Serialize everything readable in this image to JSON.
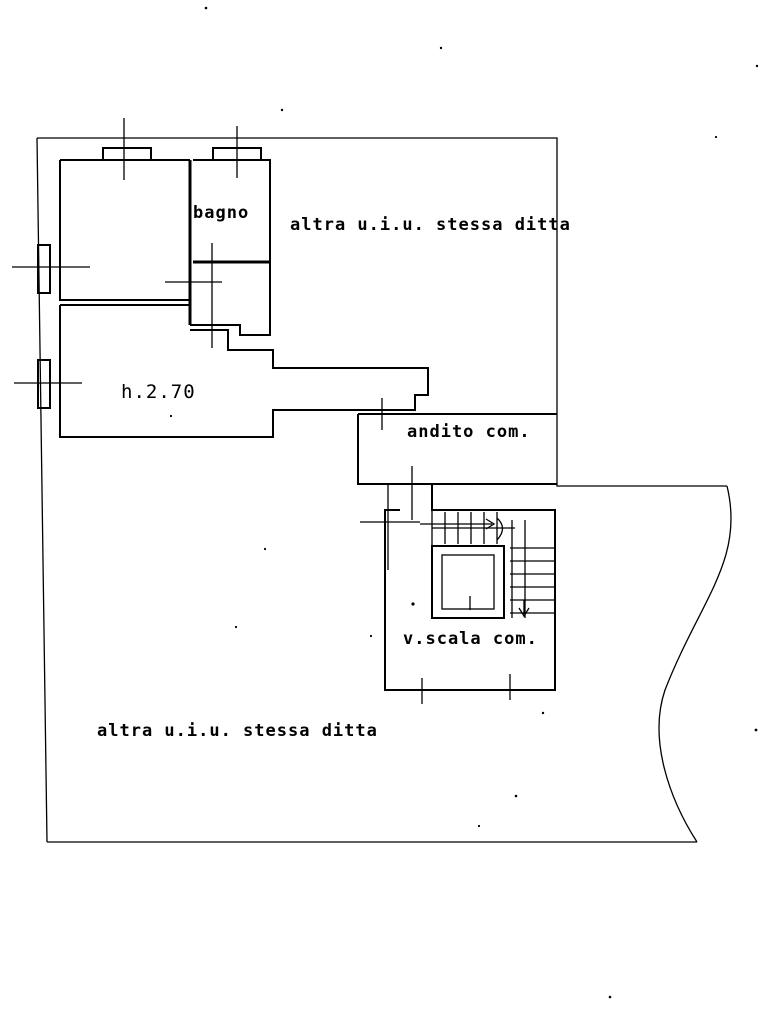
{
  "labels": {
    "bagno": "bagno",
    "altra_top": "altra u.i.u. stessa ditta",
    "altra_bottom": "altra u.i.u. stessa ditta",
    "height": "h.2.70",
    "andito": "andito com.",
    "vscala": "v.scala com."
  }
}
